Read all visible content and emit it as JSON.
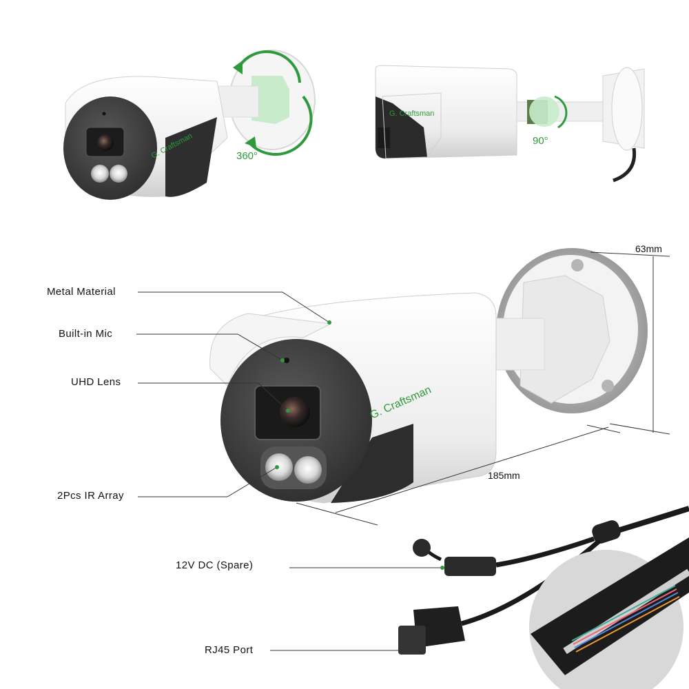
{
  "brand": "G. Craftsman",
  "rotation": {
    "pan": "360°",
    "tilt": "90°"
  },
  "dimensions": {
    "height": "63mm",
    "length": "185mm"
  },
  "features": {
    "metal": "Metal Material",
    "mic": "Built-in Mic",
    "lens": "UHD Lens",
    "ir": "2Pcs IR Array",
    "dc": "12V DC (Spare)",
    "rj45": "RJ45 Port"
  },
  "colors": {
    "accent_green": "#2e9a3c",
    "highlight_green": "#b9e8c0",
    "body_white": "#f2f2f2",
    "face_dark": "#3a3a3a"
  }
}
